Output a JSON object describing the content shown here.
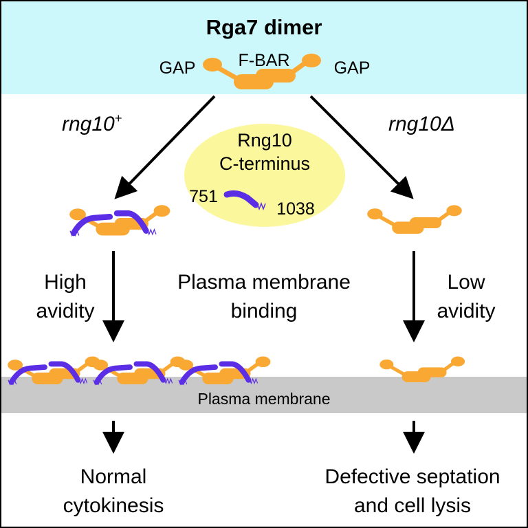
{
  "header": {
    "title": "Rga7 dimer",
    "gap_left": "GAP",
    "fbar": "F-BAR",
    "gap_right": "GAP"
  },
  "branches": {
    "left_genotype": "rng10",
    "left_sup": "+",
    "right_genotype": "rng10Δ"
  },
  "rng10": {
    "line1": "Rng10",
    "line2": "C-terminus",
    "start": "751",
    "end": "1038"
  },
  "middle": {
    "left_line1": "High",
    "left_line2": "avidity",
    "center_line1": "Plasma membrane",
    "center_line2": "binding",
    "right_line1": "Low",
    "right_line2": "avidity"
  },
  "membrane": {
    "label": "Plasma membrane"
  },
  "outcomes": {
    "left_line1": "Normal",
    "left_line2": "cytokinesis",
    "right_line1": "Defective septation",
    "right_line2": "and cell lysis"
  },
  "colors": {
    "header_bg": "#ccf8fb",
    "rga7": "#f9a833",
    "rng10": "#5b2ee6",
    "ellipse": "#fbf79c",
    "membrane": "#c9c9c9"
  }
}
